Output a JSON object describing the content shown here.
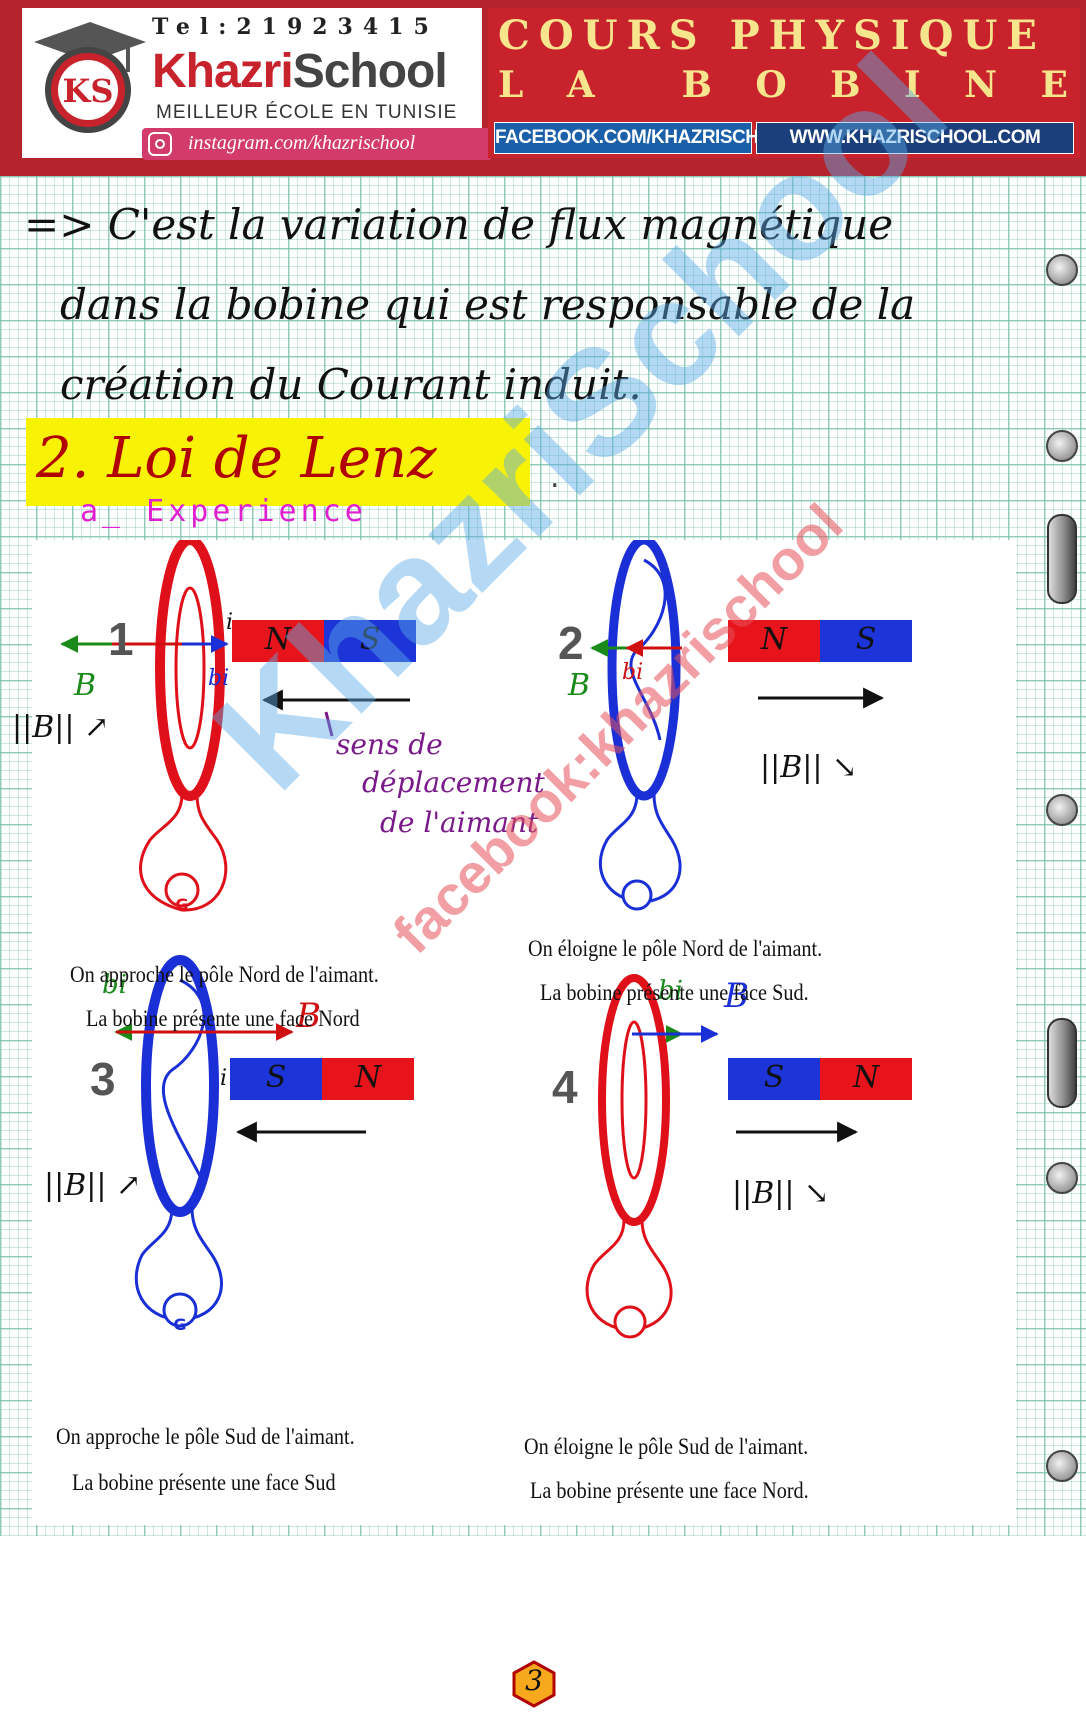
{
  "header": {
    "tel": "Tel:21923415",
    "logo_part1": "Khazri",
    "logo_part2": "School",
    "badge": "KS",
    "slogan": "MEILLEUR ÉCOLE EN TUNISIE",
    "instagram": "instagram.com/khazrischool",
    "title_line1": "COURS PHYSIQUE",
    "title_line2_letters": [
      "L",
      "A",
      "",
      "B",
      "O",
      "B",
      "I",
      "N",
      "E"
    ],
    "facebook": "FACEBOOK.COM/KHAZRISCHOOL",
    "website": "WWW.KHAZRISCHOOL.COM"
  },
  "notes": {
    "line1": "=> C'est la variation de flux magnétique",
    "line2": "dans la bobine qui est responsable de la",
    "line3": "création du Courant induit.",
    "section": "2. Loi de Lenz",
    "subsection": "a_ Experience",
    "annotation_sens": "sens de",
    "annotation_deplacement": "déplacement",
    "annotation_aimant": "de l'aimant"
  },
  "figure": {
    "panels": [
      {
        "num": "1",
        "left_pole": "N",
        "right_pole": "S",
        "caption1": "On approche le pôle Nord de l'aimant.",
        "caption2": "La bobine présente une face Nord",
        "b_trend": "||B|| ↗"
      },
      {
        "num": "2",
        "left_pole": "N",
        "right_pole": "S",
        "caption1": "On éloigne le pôle Nord de l'aimant.",
        "caption2": "La bobine présente une face Sud.",
        "b_trend": "||B|| ↘"
      },
      {
        "num": "3",
        "left_pole": "S",
        "right_pole": "N",
        "caption1": "On approche le pôle Sud de l'aimant.",
        "caption2": "La bobine présente une face Sud",
        "b_trend": "||B|| ↗"
      },
      {
        "num": "4",
        "left_pole": "S",
        "right_pole": "N",
        "caption1": "On éloigne le pôle Sud de l'aimant.",
        "caption2": "La bobine présente une face Nord.",
        "b_trend": "||B|| ↘"
      }
    ],
    "labels": {
      "B": "B",
      "bi": "bi",
      "i": "i",
      "G": "G"
    }
  },
  "watermark": {
    "main": "KhazriSchool",
    "secondary": "facebook:khazrischool"
  },
  "page_number": "3",
  "colors": {
    "header_red": "#b5242d",
    "magnet_red": "#e8141c",
    "magnet_blue": "#1c34d8",
    "highlight": "#f8f206",
    "coil_red": "#e0101a",
    "coil_blue": "#1a2fd6"
  }
}
